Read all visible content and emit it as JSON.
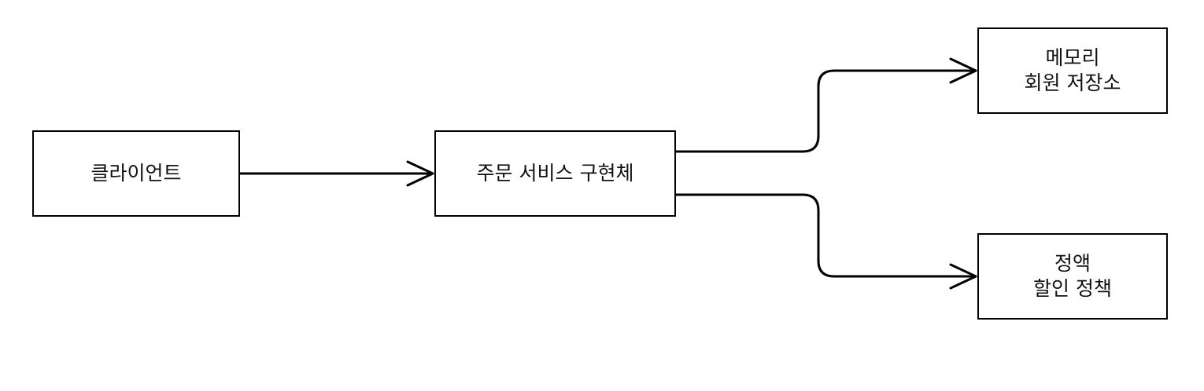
{
  "diagram": {
    "nodes": {
      "client": {
        "lines": [
          "클라이언트"
        ]
      },
      "service": {
        "lines": [
          "주문 서비스 구현체"
        ]
      },
      "repo": {
        "lines": [
          "메모리",
          "회원 저장소"
        ]
      },
      "policy": {
        "lines": [
          "정액",
          "할인 정책"
        ]
      }
    },
    "edges": [
      {
        "from": "client",
        "to": "service"
      },
      {
        "from": "service",
        "to": "repo"
      },
      {
        "from": "service",
        "to": "policy"
      }
    ],
    "colors": {
      "stroke": "#000000",
      "background": "#ffffff",
      "text": "#111111"
    }
  }
}
